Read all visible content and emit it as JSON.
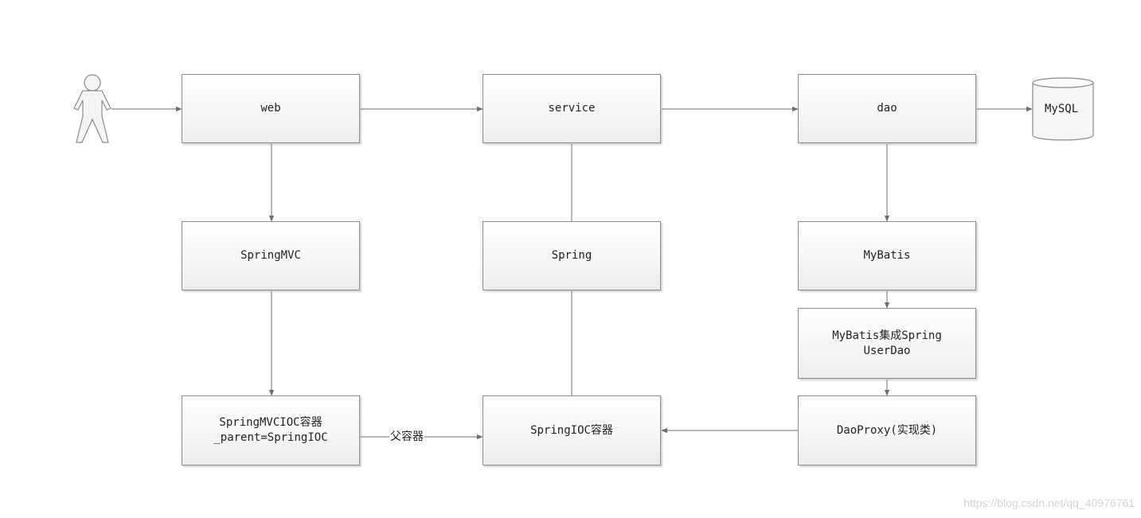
{
  "nodes": {
    "web": {
      "label": "web"
    },
    "service": {
      "label": "service"
    },
    "dao": {
      "label": "dao"
    },
    "springmvc": {
      "label": "SpringMVC"
    },
    "spring": {
      "label": "Spring"
    },
    "mybatis": {
      "label": "MyBatis"
    },
    "mybatis_spring": {
      "line1": "MyBatis集成Spring",
      "line2": "UserDao"
    },
    "springmvc_ioc": {
      "line1": "SpringMVCIOC容器",
      "line2": "_parent=SpringIOC"
    },
    "spring_ioc": {
      "label": "SpringIOC容器"
    },
    "dao_proxy": {
      "label": "DaoProxy(实现类)"
    }
  },
  "database": {
    "label": "MySQL"
  },
  "edge_labels": {
    "parent_container": "父容器"
  },
  "icons": {
    "user": "user-actor-icon",
    "database": "database-cylinder-icon"
  },
  "colors": {
    "line": "#6e6e6e",
    "box_border": "#8c8c8c",
    "text": "#222222"
  },
  "watermark": "https://blog.csdn.net/qq_40976761"
}
